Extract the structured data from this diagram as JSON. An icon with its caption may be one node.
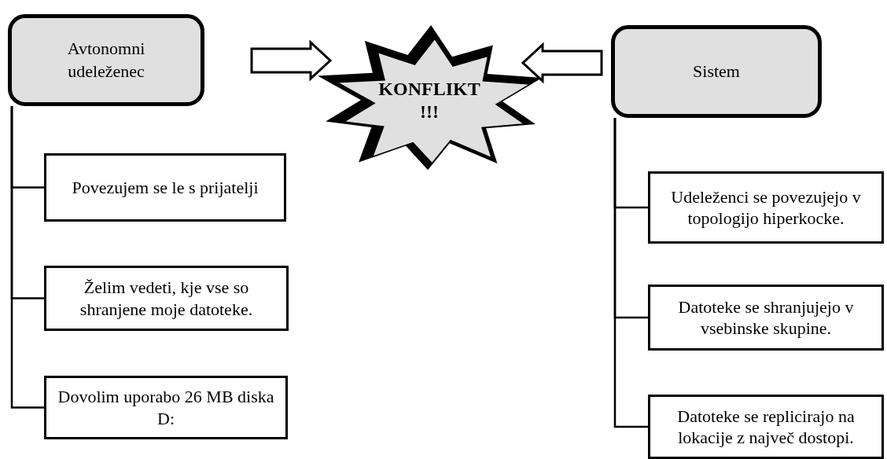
{
  "diagram": {
    "nodes": [
      {
        "text": [
          "Avtonomni udeleženec"
        ]
      },
      {
        "text": [
          "KONFLIKT !!!"
        ]
      },
      {
        "text": [
          "Sistem"
        ]
      },
      {
        "text": [
          "Povezujem se le s prijatelji"
        ]
      },
      {
        "text": [
          "Želim vedeti, kje vse so shranjene moje datoteke."
        ]
      },
      {
        "text": [
          "Dovolim uporabo 26 MB diska D:"
        ]
      },
      {
        "text": [
          "Udeleženci se povezujejo v topologijo hiperkocke."
        ]
      },
      {
        "text": [
          "Datoteke se shranjujejo v vsebinske skupine."
        ]
      },
      {
        "text": [
          "Datoteke se replicirajo na lokacije z največ dostopi."
        ]
      }
    ],
    "edges": [
      {
        "from": 0,
        "to": 1,
        "arrow": "to",
        "style": "thick"
      },
      {
        "from": 2,
        "to": 1,
        "arrow": "to",
        "style": "thick"
      },
      {
        "from": 0,
        "to": 3,
        "arrow": "none"
      },
      {
        "from": 0,
        "to": 4,
        "arrow": "none"
      },
      {
        "from": 0,
        "to": 5,
        "arrow": "none"
      },
      {
        "from": 2,
        "to": 6,
        "arrow": "none"
      },
      {
        "from": 2,
        "to": 7,
        "arrow": "none"
      },
      {
        "from": 2,
        "to": 8,
        "arrow": "none"
      }
    ]
  }
}
